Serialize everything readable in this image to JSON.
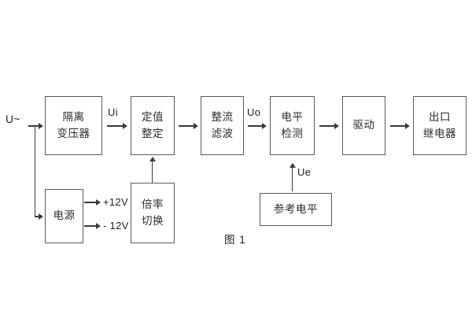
{
  "figure": {
    "caption": "图 1",
    "background_color": "#ffffff",
    "box_border_color": "#5a5a5a",
    "line_color": "#3a3a3a",
    "text_color": "#1e1e1e"
  },
  "blocks": [
    {
      "id": "isolation-transformer",
      "line1": "隔离",
      "line2": "变压器"
    },
    {
      "id": "setting-value",
      "line1": "定值",
      "line2": "整定"
    },
    {
      "id": "rectify-filter",
      "line1": "整流",
      "line2": "滤波"
    },
    {
      "id": "level-detect",
      "line1": "电平",
      "line2": "检测"
    },
    {
      "id": "drive",
      "line1": "驱动",
      "line2": ""
    },
    {
      "id": "output-relay",
      "line1": "出口",
      "line2": "继电器"
    },
    {
      "id": "power-supply",
      "line1": "电源",
      "line2": ""
    },
    {
      "id": "ratio-switch",
      "line1": "倍率",
      "line2": "切换"
    },
    {
      "id": "reference-level",
      "line1": "参考电平",
      "line2": ""
    }
  ],
  "signals": {
    "input_source": "U~",
    "ui": "Ui",
    "uo": "Uo",
    "ue": "Ue",
    "rail_positive": "+12V",
    "rail_negative": "- 12V"
  }
}
